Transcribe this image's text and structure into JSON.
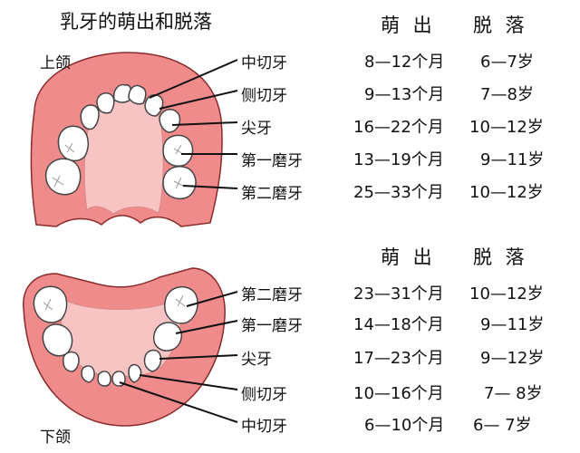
{
  "title": "乳牙的萌出和脱落",
  "upper": {
    "jaw_label": "上颌",
    "header_erupt": "萌 出",
    "header_shed": "脱 落",
    "teeth": [
      {
        "name": "中切牙",
        "erupt": "8—12个月",
        "shed": "6—7岁"
      },
      {
        "name": "侧切牙",
        "erupt": "9—13个月",
        "shed": "7—8岁"
      },
      {
        "name": "尖牙",
        "erupt": "16—22个月",
        "shed": "10—12岁"
      },
      {
        "name": "第一磨牙",
        "erupt": "13—19个月",
        "shed": "9—11岁"
      },
      {
        "name": "第二磨牙",
        "erupt": "25—33个月",
        "shed": "10—12岁"
      }
    ]
  },
  "lower": {
    "jaw_label": "下颌",
    "header_erupt": "萌 出",
    "header_shed": "脱 落",
    "teeth": [
      {
        "name": "第二磨牙",
        "erupt": "23—31个月",
        "shed": "10—12岁"
      },
      {
        "name": "第一磨牙",
        "erupt": "14—18个月",
        "shed": "9—11岁"
      },
      {
        "name": "尖牙",
        "erupt": "17—23个月",
        "shed": "9—12岁"
      },
      {
        "name": "侧切牙",
        "erupt": "10—16个月",
        "shed": "7— 8岁"
      },
      {
        "name": "中切牙",
        "erupt": "6—10个月",
        "shed": "6— 7岁"
      }
    ]
  },
  "colors": {
    "gum": "#ef8b8b",
    "palate": "#f7c3c3",
    "gum_outline": "#8a2b2b",
    "tooth": "#ffffff",
    "tooth_outline": "#444444"
  }
}
